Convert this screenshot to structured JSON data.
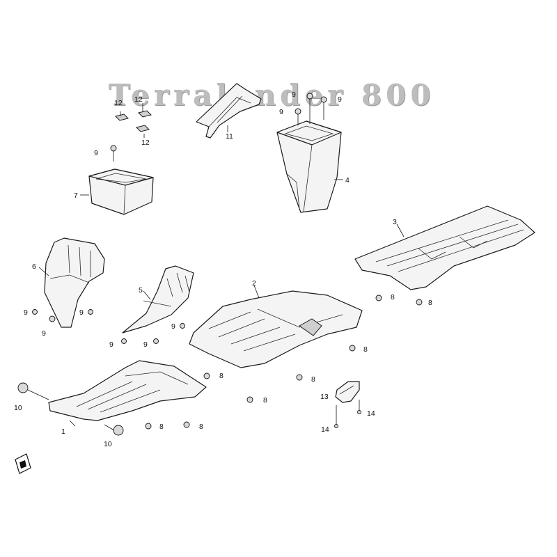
{
  "title": "Terralander 800",
  "callouts": {
    "p1": "1",
    "p2": "2",
    "p3": "3",
    "p4": "4",
    "p5": "5",
    "p6": "6",
    "p7": "7",
    "p8": "8",
    "p9": "9",
    "p10": "10",
    "p11": "11",
    "p12": "12",
    "p13": "13",
    "p14": "14"
  },
  "icons": {
    "front_indicator": "front-arrow-icon"
  }
}
